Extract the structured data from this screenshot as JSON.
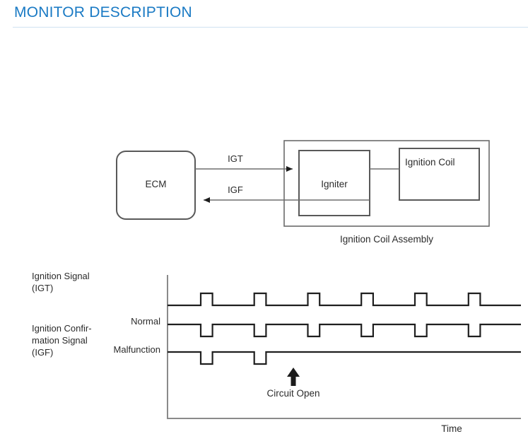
{
  "header": {
    "title": "MONITOR DESCRIPTION",
    "accent_color": "#1a7ac4",
    "rule_color": "#cfe2f2"
  },
  "block_diagram": {
    "ecm_label": "ECM",
    "igniter_label": "Igniter",
    "ignition_coil_label": "Ignition Coil",
    "assembly_label": "Ignition Coil Assembly",
    "signal_out_label": "IGT",
    "signal_in_label": "IGF"
  },
  "timing_chart": {
    "row_labels": {
      "igt_line1": "Ignition Signal",
      "igt_line2": "(IGT)",
      "igf_line1": "Ignition Confir-",
      "igf_line2": "mation Signal",
      "igf_line3": "(IGF)"
    },
    "condition_labels": {
      "normal": "Normal",
      "malfunction": "Malfunction"
    },
    "annotation": "Circuit Open",
    "x_axis_label": "Time"
  },
  "chart_data": {
    "type": "line",
    "title": "Ignition Signal Timing Chart",
    "xlabel": "Time",
    "ylabel": "",
    "grid": false,
    "legend": "none",
    "x_range": [
      0,
      6.6
    ],
    "pulse_period": 1.0,
    "pulse_width": 0.22,
    "series": [
      {
        "name": "Ignition Signal (IGT)",
        "polarity": "high-pulse",
        "baseline": "low",
        "pulse_times": [
          0.62,
          1.62,
          2.62,
          3.62,
          4.62,
          5.62
        ],
        "pulse_count": 6
      },
      {
        "name": "Ignition Confirmation Signal (IGF) - Normal",
        "polarity": "low-pulse",
        "baseline": "high",
        "pulse_times": [
          0.62,
          1.62,
          2.62,
          3.62,
          4.62,
          5.62
        ],
        "pulse_count": 6
      },
      {
        "name": "Ignition Confirmation Signal (IGF) - Malfunction",
        "polarity": "low-pulse",
        "baseline": "high",
        "pulse_times": [
          0.62,
          1.62
        ],
        "pulse_count": 2,
        "annotation": {
          "label": "Circuit Open",
          "at_time": 2.35
        }
      }
    ]
  }
}
